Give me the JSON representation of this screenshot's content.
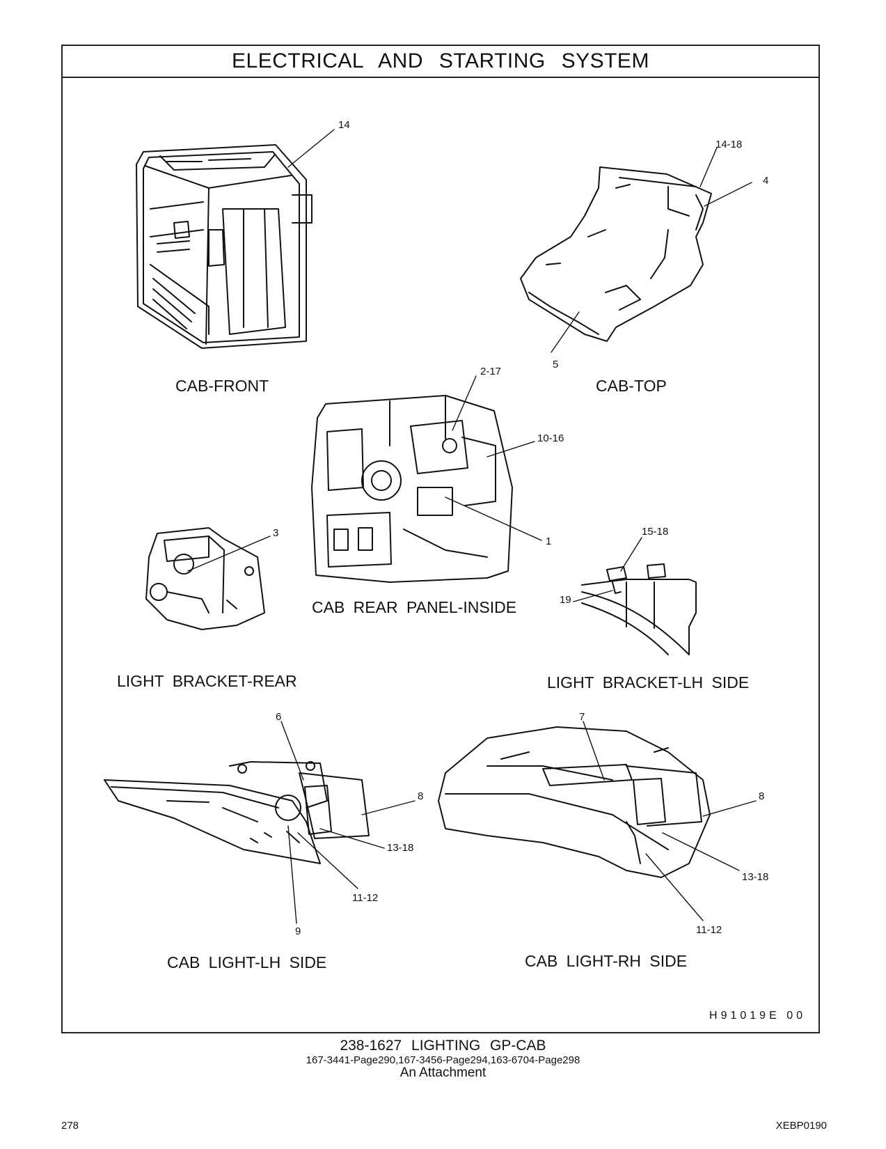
{
  "header": {
    "title": "ELECTRICAL AND STARTING SYSTEM"
  },
  "views": {
    "cab_front": "CAB-FRONT",
    "cab_top": "CAB-TOP",
    "cab_rear_panel": "CAB REAR PANEL-INSIDE",
    "bracket_rear": "LIGHT BRACKET-REAR",
    "bracket_lh": "LIGHT BRACKET-LH SIDE",
    "light_lh": "CAB LIGHT-LH SIDE",
    "light_rh": "CAB LIGHT-RH SIDE"
  },
  "callouts": {
    "c14": "14",
    "c14_18": "14-18",
    "c4": "4",
    "c5": "5",
    "c2_17": "2-17",
    "c10_16": "10-16",
    "c1": "1",
    "c3": "3",
    "c15_18": "15-18",
    "c19": "19",
    "c6": "6",
    "c8a": "8",
    "c13_18a": "13-18",
    "c11_12a": "11-12",
    "c9": "9",
    "c7": "7",
    "c8b": "8",
    "c13_18b": "13-18",
    "c11_12b": "11-12"
  },
  "drawing_code": "H91019E  00",
  "footer": {
    "line1": "238-1627 LIGHTING GP-CAB",
    "line2": "167-3441-Page290,167-3456-Page294,163-6704-Page298",
    "line3": "An Attachment",
    "page_number": "278",
    "doc_id": "XEBP0190"
  }
}
